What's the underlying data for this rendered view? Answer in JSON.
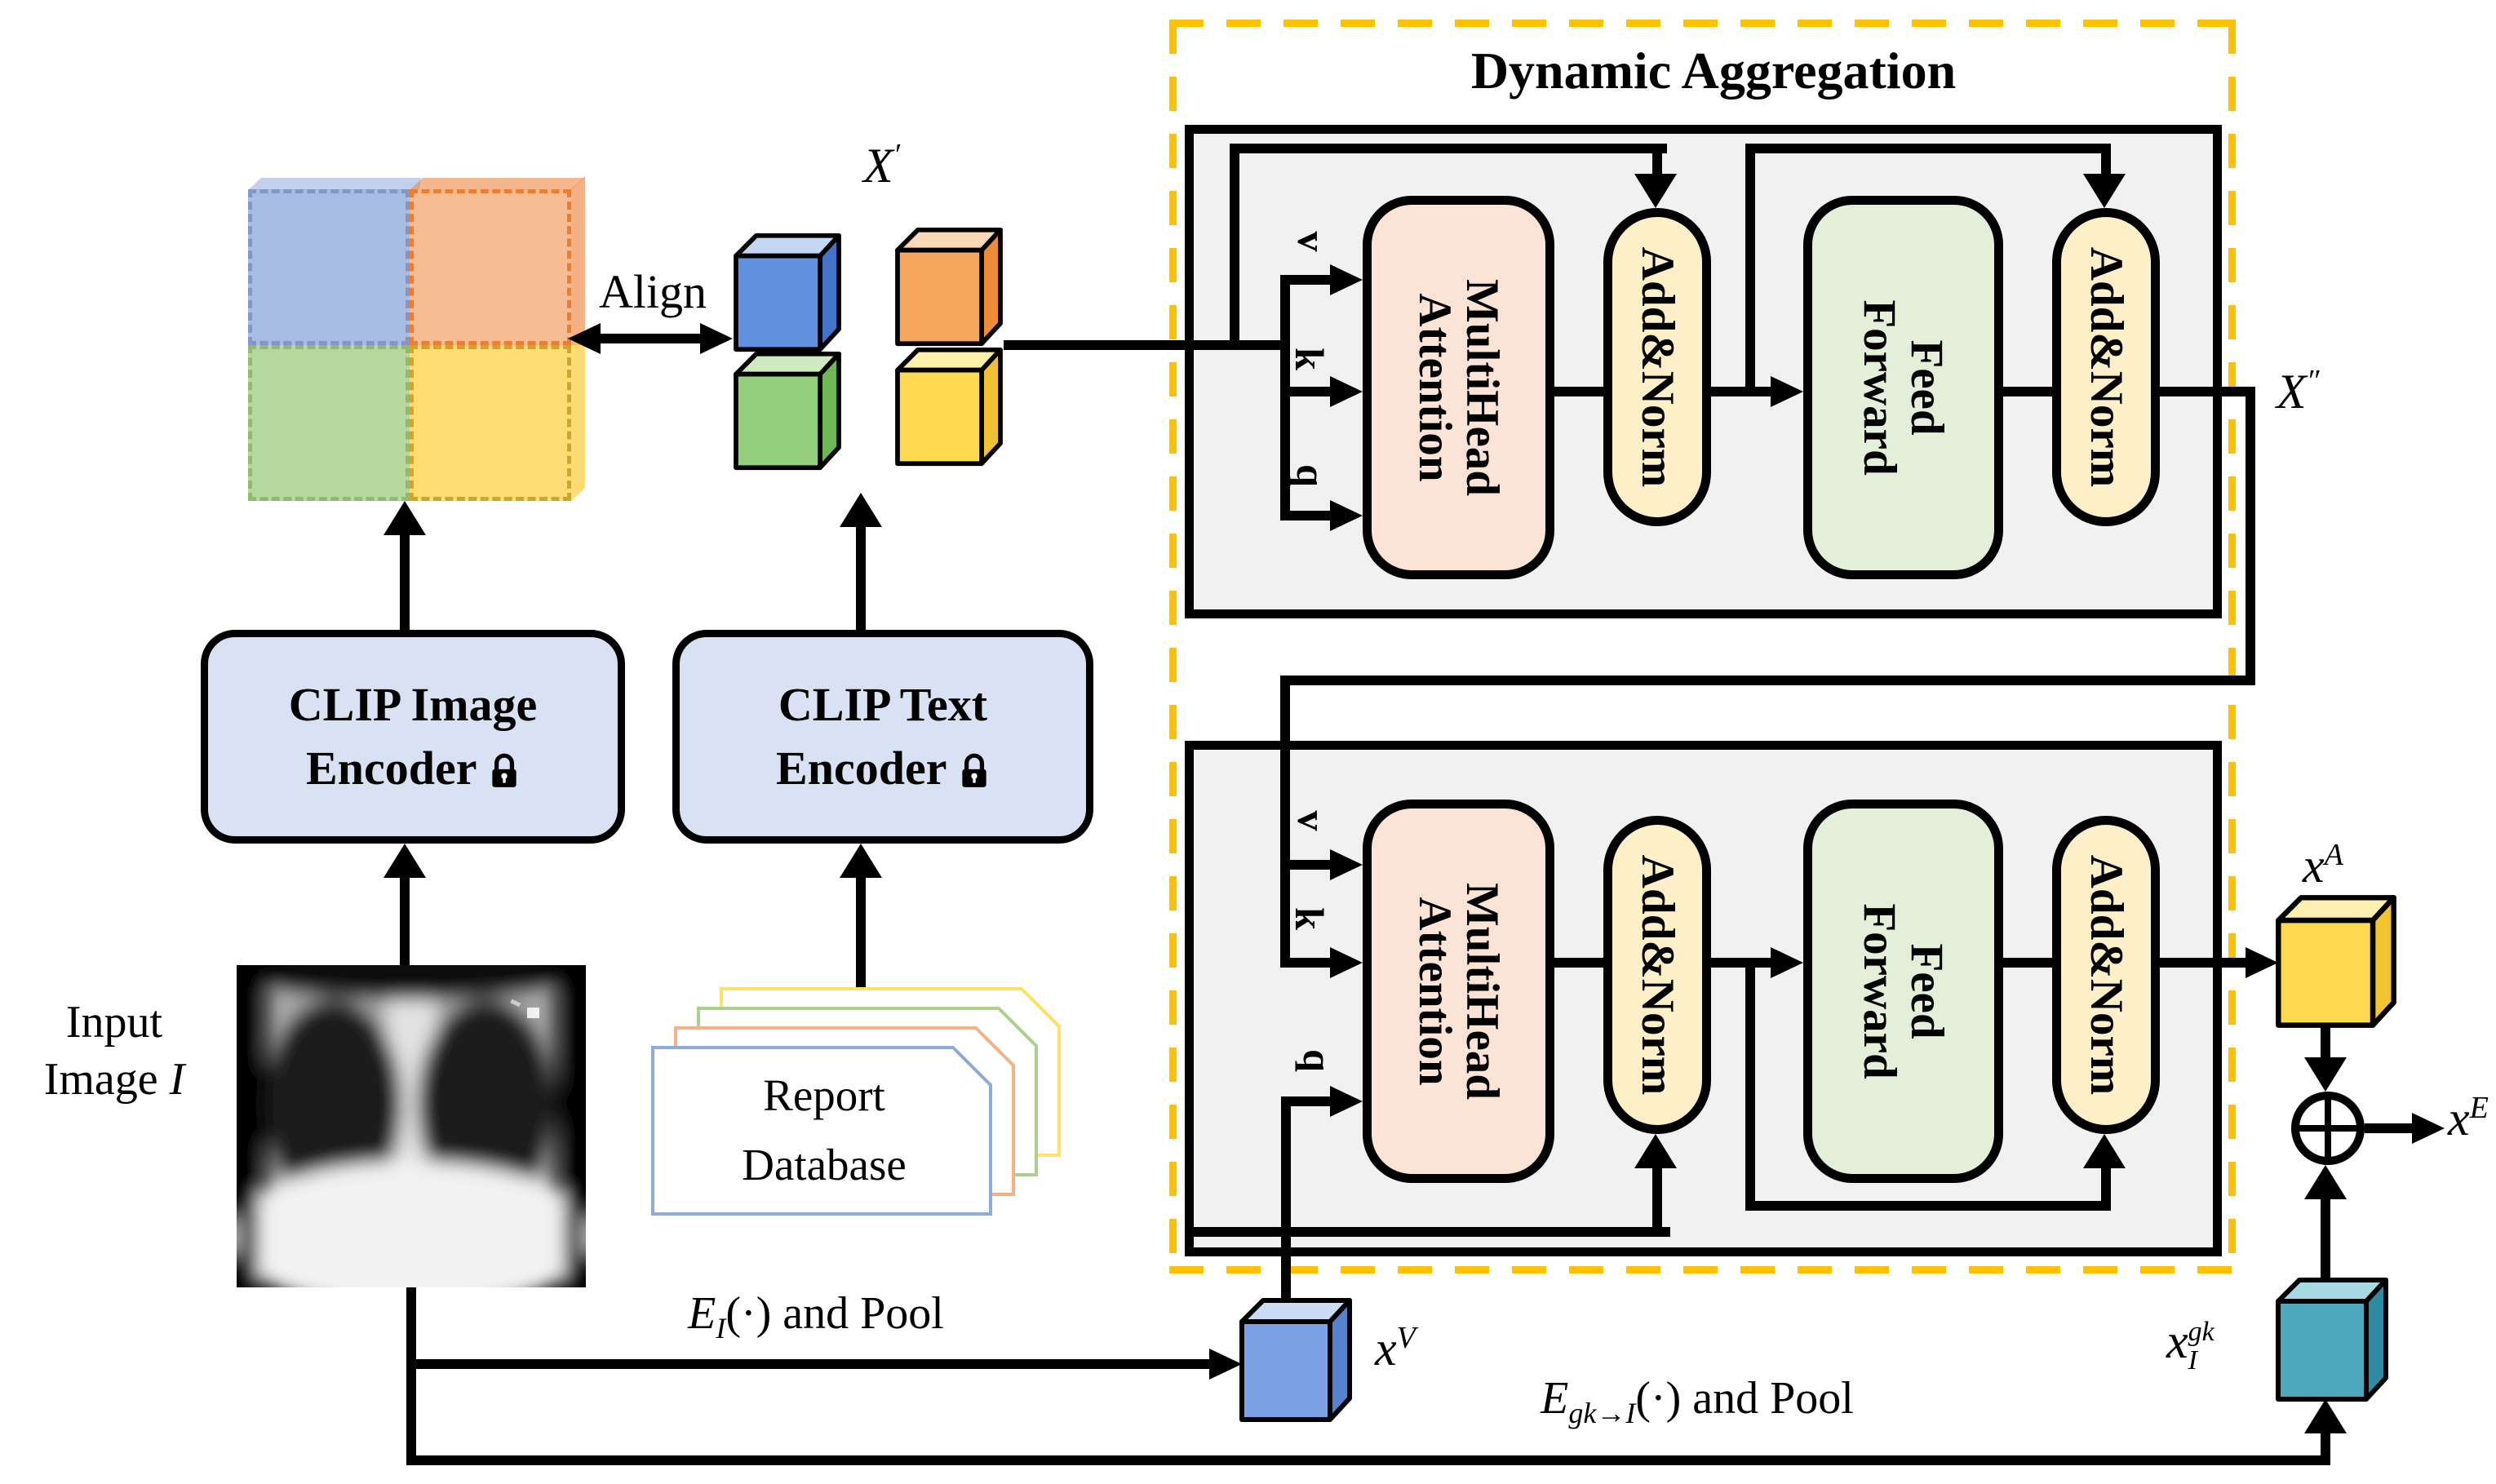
{
  "title": "Dynamic Aggregation",
  "align_label": "Align",
  "transformer_block": {
    "multihead_attention": "MultiHead\nAttention",
    "add_norm": "Add&Norm",
    "feed_forward": "Feed\nForward",
    "value_label": "v",
    "key_label": "k",
    "query_label": "q"
  },
  "encoders": {
    "image_encoder": {
      "line1": "CLIP Image",
      "line2": "Encoder"
    },
    "text_encoder": {
      "line1": "CLIP Text",
      "line2": "Encoder"
    }
  },
  "input_image_label": {
    "line1": "Input",
    "line2": "Image",
    "variable": "I"
  },
  "report_database": {
    "text": "Report\nDatabase"
  },
  "annotations": {
    "x_prime": {
      "base": "X",
      "sup": "′"
    },
    "x_double_prime": {
      "base": "X",
      "sup": "″"
    },
    "x_v": {
      "base": "x",
      "sup": "V"
    },
    "x_a": {
      "base": "x",
      "sup": "A"
    },
    "x_e": {
      "base": "x",
      "sup": "E"
    },
    "x_gk": {
      "base": "x",
      "sup": "gk",
      "sub": "I"
    },
    "e_i_pool": {
      "func": "E",
      "sub": "I",
      "rest": "(·) and Pool"
    },
    "e_gk_pool": {
      "func": "E",
      "sub": "gk→I",
      "rest": "(·) and Pool"
    }
  },
  "colors": {
    "dashed_border": "#FFC000",
    "attention_fill": "#FBE3D5",
    "add_norm_fill": "#FDF0C8",
    "feed_forward_fill": "#E3EFD9",
    "encoder_fill": "#D9E2F3",
    "block_fill": "#F1F1F1"
  }
}
